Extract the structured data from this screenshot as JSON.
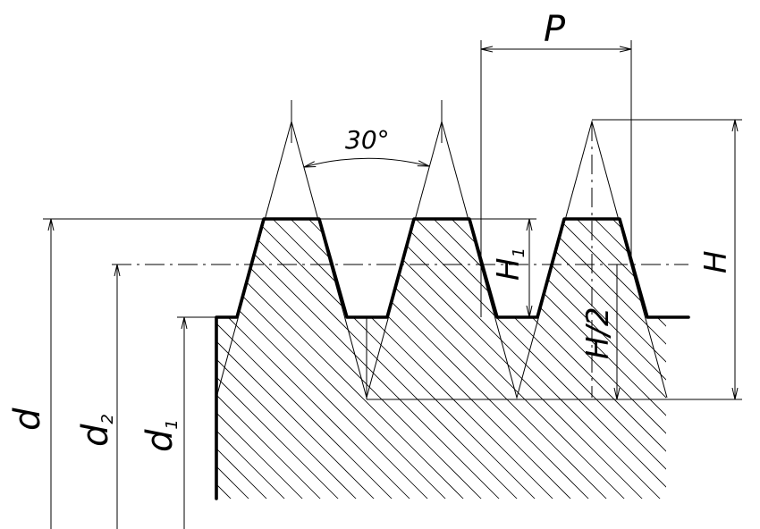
{
  "labels": {
    "pitch": "P",
    "angle": "30°",
    "h1": "H",
    "h1_sub": "1",
    "half_h": "H/2",
    "h": "H",
    "d": "d",
    "d2": "d",
    "d2_sub": "2",
    "d1": "d",
    "d1_sub": "1"
  }
}
